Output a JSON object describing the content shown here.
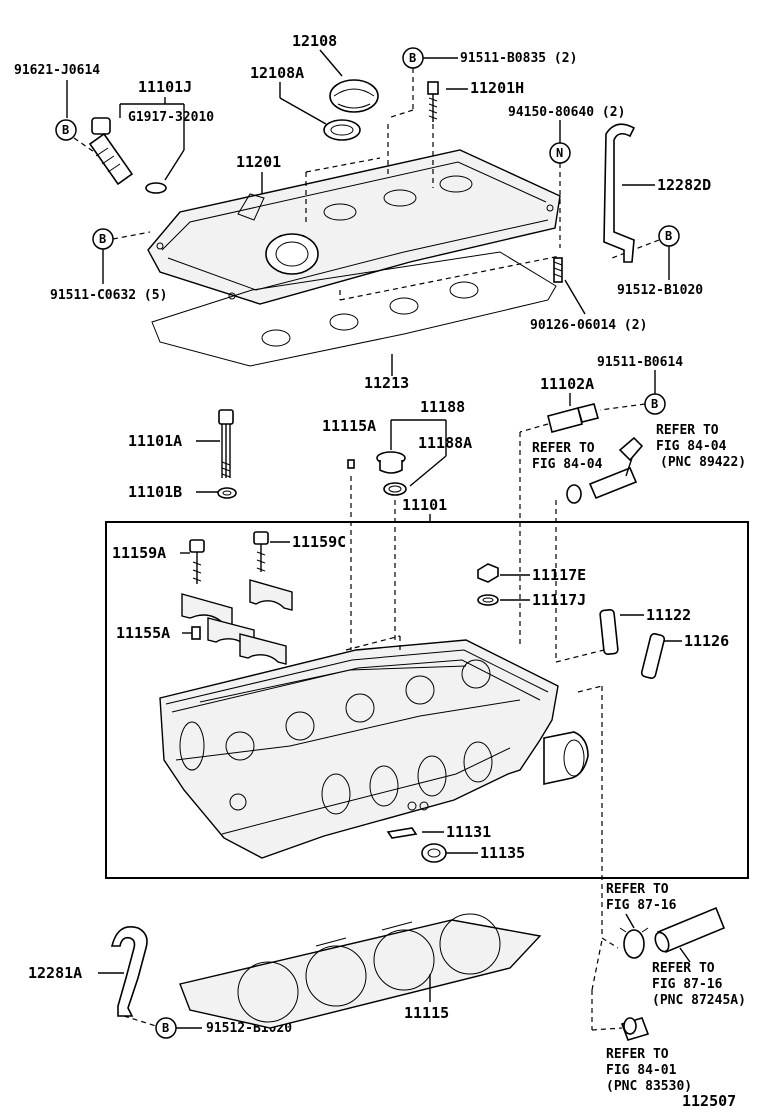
{
  "parts": {
    "p12108": "12108",
    "p12108A": "12108A",
    "p91511_B0835": "91511-B0835 (2)",
    "p91621_J0614": "91621-J0614",
    "p11101J": "11101J",
    "pG1917": "G1917-32010",
    "p11201H": "11201H",
    "p94150": "94150-80640 (2)",
    "p11201": "11201",
    "p12282D": "12282D",
    "p91511_C0632": "91511-C0632 (5)",
    "p91512_B1020_top": "91512-B1020",
    "p90126": "90126-06014 (2)",
    "p11213": "11213",
    "p91511_B0614": "91511-B0614",
    "p11102A": "11102A",
    "p11188": "11188",
    "p11115A": "11115A",
    "p11188A": "11188A",
    "p11101A": "11101A",
    "p11101B": "11101B",
    "p11101": "11101",
    "p11159A": "11159A",
    "p11159C": "11159C",
    "p11117E": "11117E",
    "p11117J": "11117J",
    "p11122": "11122",
    "p11126": "11126",
    "p11155A": "11155A",
    "p11131": "11131",
    "p11135": "11135",
    "p12281A": "12281A",
    "p11115": "11115",
    "p91512_B1020_bot": "91512-B1020"
  },
  "markers": {
    "b": "B",
    "n": "N"
  },
  "refs": {
    "ref1_l1": "REFER TO",
    "ref1_l2": "FIG 84-04",
    "ref2_l1": "REFER TO",
    "ref2_l2": "FIG 84-04",
    "ref2_l3": "(PNC 89422)",
    "ref3_l1": "REFER TO",
    "ref3_l2": "FIG 87-16",
    "ref4_l1": "REFER TO",
    "ref4_l2": "FIG 87-16",
    "ref4_l3": "(PNC 87245A)",
    "ref5_l1": "REFER TO",
    "ref5_l2": "FIG 84-01",
    "ref5_l3": "(PNC 83530)"
  },
  "diagram_id": "112507"
}
